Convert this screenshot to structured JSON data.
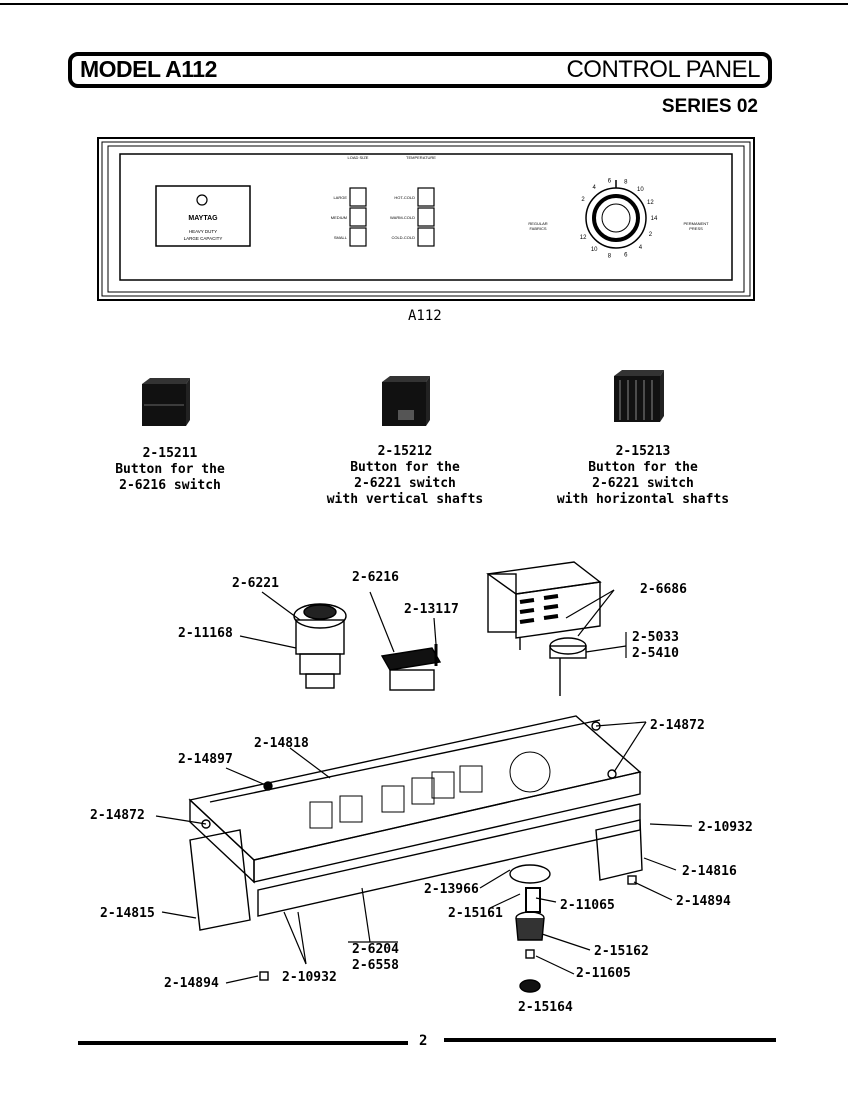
{
  "header": {
    "model": "MODEL A112",
    "title": "CONTROL PANEL",
    "series": "SERIES 02"
  },
  "panel": {
    "caption": "A112",
    "logo": "MAYTAG",
    "duty_line1": "HEAVY DUTY",
    "duty_line2": "LARGE CAPACITY",
    "size_title": "LOAD SIZE",
    "temp_title": "TEMPERATURE",
    "size_labels": [
      "LARGE",
      "MEDIUM",
      "SMALL"
    ],
    "temp_labels": [
      "HOT-COLD",
      "WARM-COLD",
      "COLD-COLD"
    ],
    "fabric_left_1": "REGULAR",
    "fabric_left_2": "FABRICS",
    "fabric_right_1": "PERMANENT",
    "fabric_right_2": "PRESS",
    "dial_numbers": [
      "2",
      "4",
      "6",
      "8",
      "10",
      "12",
      "14",
      "2",
      "4",
      "6",
      "8",
      "10",
      "12"
    ]
  },
  "buttons": [
    {
      "part": "2-15211",
      "line1": "Button for the",
      "line2": "2-6216 switch",
      "line3": ""
    },
    {
      "part": "2-15212",
      "line1": "Button for the",
      "line2": "2-6221 switch",
      "line3": "with vertical shafts"
    },
    {
      "part": "2-15213",
      "line1": "Button for the",
      "line2": "2-6221 switch",
      "line3": "with horizontal shafts"
    }
  ],
  "parts": {
    "p6221": "2-6221",
    "p6216": "2-6216",
    "p13117": "2-13117",
    "p11168": "2-11168",
    "p6686": "2-6686",
    "p5033": "2-5033",
    "p5410": "2-5410",
    "p14872a": "2-14872",
    "p14818": "2-14818",
    "p14897": "2-14897",
    "p14872b": "2-14872",
    "p10932a": "2-10932",
    "p14816": "2-14816",
    "p13966": "2-13966",
    "p15161": "2-15161",
    "p11065": "2-11065",
    "p14894a": "2-14894",
    "p14815": "2-14815",
    "p6204": "2-6204",
    "p6558": "2-6558",
    "p15162": "2-15162",
    "p14894b": "2-14894",
    "p10932b": "2-10932",
    "p11605": "2-11605",
    "p15164": "2-15164"
  },
  "footer": {
    "page": "2"
  }
}
